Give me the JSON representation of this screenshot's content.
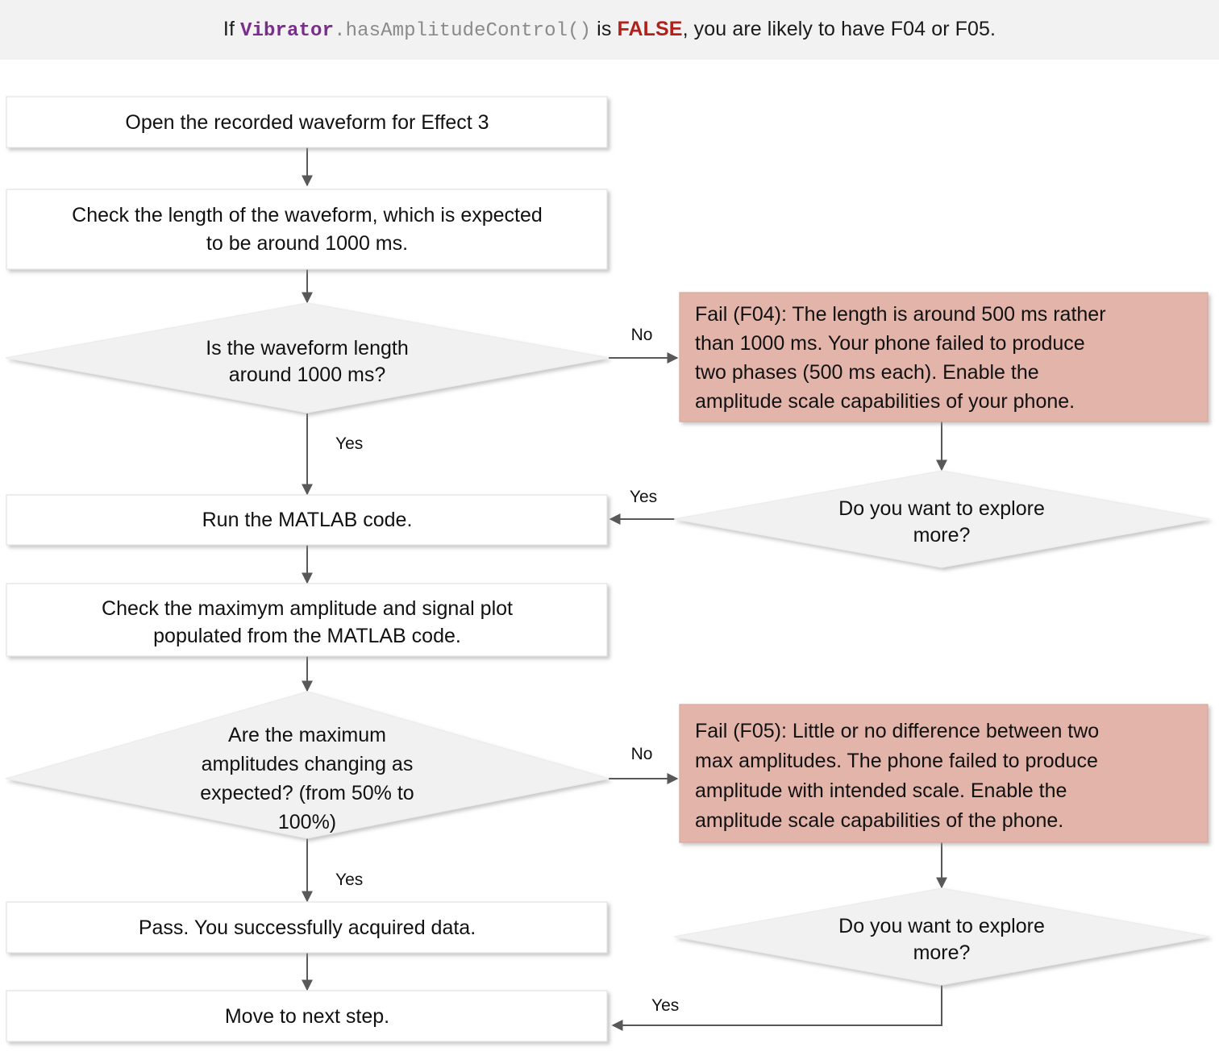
{
  "header": {
    "prefix": "If ",
    "code_class": "Vibrator",
    "code_method": ".hasAmplitudeControl()",
    "mid": " is ",
    "bool_value": "FALSE",
    "suffix": ", you are likely to have F04 or F05."
  },
  "colors": {
    "banner_bg": "#f2f2f2",
    "process_fill": "#ffffff",
    "decision_fill": "#f1f1f1",
    "fail_fill": "#e3b4aa",
    "edge": "#585858",
    "code_class": "#7b2d8e",
    "code_method": "#8a8a8a",
    "bool_false": "#b3201a"
  },
  "nodes": {
    "open_waveform": {
      "type": "process",
      "lines": [
        "Open the recorded waveform for Effect 3"
      ]
    },
    "check_length": {
      "type": "process",
      "lines": [
        "Check the length of the waveform, which is expected",
        "to be around 1000 ms."
      ]
    },
    "decision_length": {
      "type": "decision",
      "lines": [
        "Is the waveform length",
        "around 1000 ms?"
      ]
    },
    "fail_f04": {
      "type": "fail",
      "bold_prefix": "Fail (F04)",
      "lines": [
        ": The length is around 500 ms rather",
        "than 1000 ms. Your phone failed to produce",
        "two phases (500 ms each). Enable the",
        "amplitude scale capabilities of your phone."
      ]
    },
    "explore_top": {
      "type": "decision",
      "lines": [
        "Do you want to explore",
        "more?"
      ]
    },
    "run_matlab": {
      "type": "process",
      "lines": [
        "Run the MATLAB code."
      ]
    },
    "check_amplitude": {
      "type": "process",
      "lines": [
        "Check the maximym amplitude and signal plot",
        "populated from the MATLAB code."
      ]
    },
    "decision_amplitude": {
      "type": "decision",
      "lines": [
        "Are the maximum",
        "amplitudes changing as",
        "expected? (from 50% to",
        "100%)"
      ]
    },
    "fail_f05": {
      "type": "fail",
      "bold_prefix": "Fail (F05)",
      "lines": [
        ": Little or no difference between two",
        "max amplitudes. The phone failed to produce",
        "amplitude with intended scale. Enable the",
        "amplitude scale capabilities of the phone."
      ]
    },
    "explore_bottom": {
      "type": "decision",
      "lines": [
        "Do you want to explore",
        "more?"
      ]
    },
    "pass_node": {
      "type": "process",
      "bold_prefix": "Pass.",
      "lines": [
        " You successfully acquired data."
      ]
    },
    "move_next": {
      "type": "process",
      "lines": [
        "Move to next step."
      ]
    }
  },
  "edge_labels": {
    "length_no": "No",
    "length_yes": "Yes",
    "explore_top_yes": "Yes",
    "amplitude_no": "No",
    "amplitude_yes": "Yes",
    "explore_bottom_yes": "Yes"
  }
}
